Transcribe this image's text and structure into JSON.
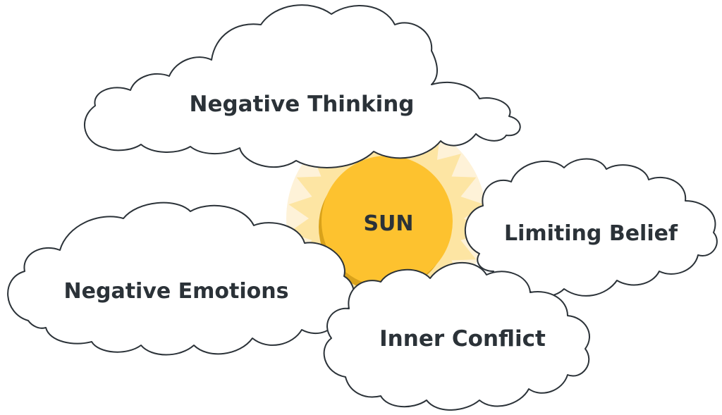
{
  "diagram": {
    "center_label": "SUN",
    "clouds": {
      "negative_thinking": "Negative Thinking",
      "limiting_belief": "Limiting Belief",
      "negative_emotions": "Negative Emotions",
      "inner_conflict": "Inner Conflict"
    }
  },
  "colors": {
    "sun_fill": "#fdc22f",
    "sun_shadow": "#d9a21b",
    "sun_glow": "#fdeecb",
    "sun_rays": "#fde39d",
    "cloud_fill": "#ffffff",
    "cloud_outline": "#2b3238",
    "text": "#2b3238"
  }
}
